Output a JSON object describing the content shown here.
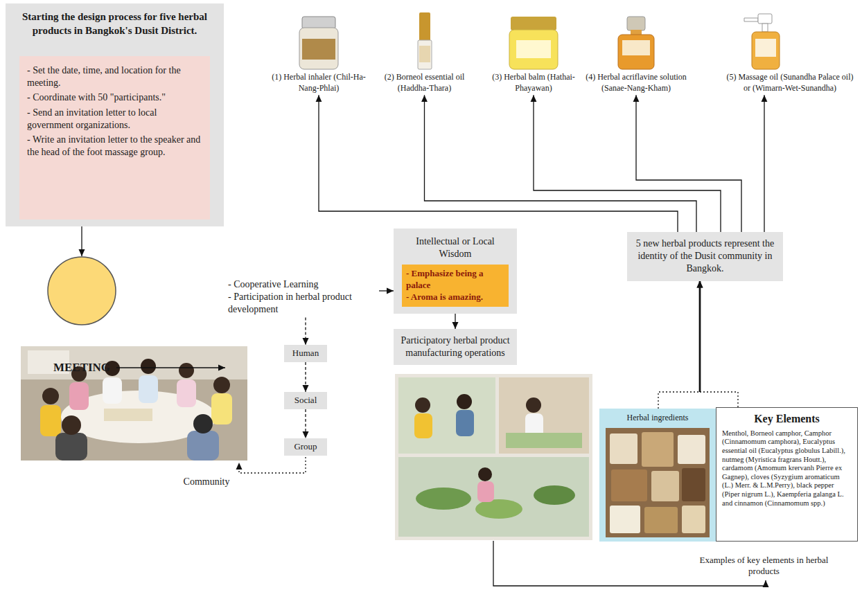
{
  "diagram": {
    "nodes": [
      {
        "text": [
          "Starting the design process for five herbal products in Bangkok's Dusit District."
        ]
      },
      {
        "text": [
          "- Set the date, time, and location for the meeting.",
          "- Coordinate with 50 \"participants.\"",
          "- Send an invitation letter to local government organizations.",
          "- Write an invitation letter to the speaker and the head of the foot massage group."
        ],
        "in": 0
      },
      {
        "text": [
          "MEETING"
        ]
      },
      {
        "text": [
          "- Cooperative Learning",
          "- Participation in herbal product development"
        ]
      },
      {
        "text": [
          "Human"
        ]
      },
      {
        "text": [
          "Social"
        ]
      },
      {
        "text": [
          "Group"
        ]
      },
      {
        "text": [
          "Intellectual or Local Wisdom"
        ]
      },
      {
        "text": [
          "- Emphasize being a palace",
          "- Aroma is amazing."
        ],
        "in": 7
      },
      {
        "text": [
          "Participatory herbal product manufacturing operations"
        ]
      },
      {
        "text": [
          "5 new herbal products represent the identity of the Dusit community in Bangkok."
        ]
      },
      {
        "text": [
          "Herbal ingredients"
        ]
      },
      {
        "text": [
          "Key Elements",
          "Menthol, Borneol camphor, Camphor (Cinnamomum camphora), Eucalyptus essential oil (Eucalyptus globulus Labill.), nutmeg (Myristica fragrans Houtt.), cardamom (Amomum krervanh Pierre ex Gagnep), cloves (Syzygium aromaticum (L.) Merr. & L.M.Perry), black pepper (Piper nigrum L.), Kaempferia galanga L. and cinnamon (Cinnamomum spp.)"
        ]
      },
      {
        "text": [
          "(1) Herbal inhaler (Chil-Ha-Nang-Phlai)"
        ]
      },
      {
        "text": [
          "(2) Borneol essential oil (Haddha-Thara)"
        ]
      },
      {
        "text": [
          "(3) Herbal balm (Hathai-Phayawan)"
        ]
      },
      {
        "text": [
          "(4) Herbal acriflavine solution (Sanae-Nang-Kham)"
        ]
      },
      {
        "text": [
          "(5) Massage oil (Sunandha Palace oil) or (Wimarn-Wet-Sunandha)"
        ]
      }
    ],
    "edges": [
      {
        "from": 0,
        "to": 2,
        "arrow": "to"
      },
      {
        "from": 2,
        "to": 3,
        "arrow": "to"
      },
      {
        "from": 3,
        "to": 7,
        "arrow": "to"
      },
      {
        "from": 3,
        "to": 4,
        "arrow": "to"
      },
      {
        "from": 4,
        "to": 5,
        "arrow": "to"
      },
      {
        "from": 5,
        "to": 6,
        "arrow": "to"
      },
      {
        "from": 7,
        "to": 9,
        "arrow": "to"
      },
      {
        "from": 11,
        "to": 10,
        "arrow": "to"
      },
      {
        "from": 12,
        "to": 10,
        "arrow": "to"
      },
      {
        "from": 10,
        "to": 13,
        "arrow": "to"
      },
      {
        "from": 10,
        "to": 14,
        "arrow": "to"
      },
      {
        "from": 10,
        "to": 15,
        "arrow": "to"
      },
      {
        "from": 10,
        "to": 16,
        "arrow": "to"
      },
      {
        "from": 10,
        "to": 17,
        "arrow": "to"
      }
    ],
    "labels": [
      "Community",
      "Examples of key elements in herbal products"
    ]
  }
}
